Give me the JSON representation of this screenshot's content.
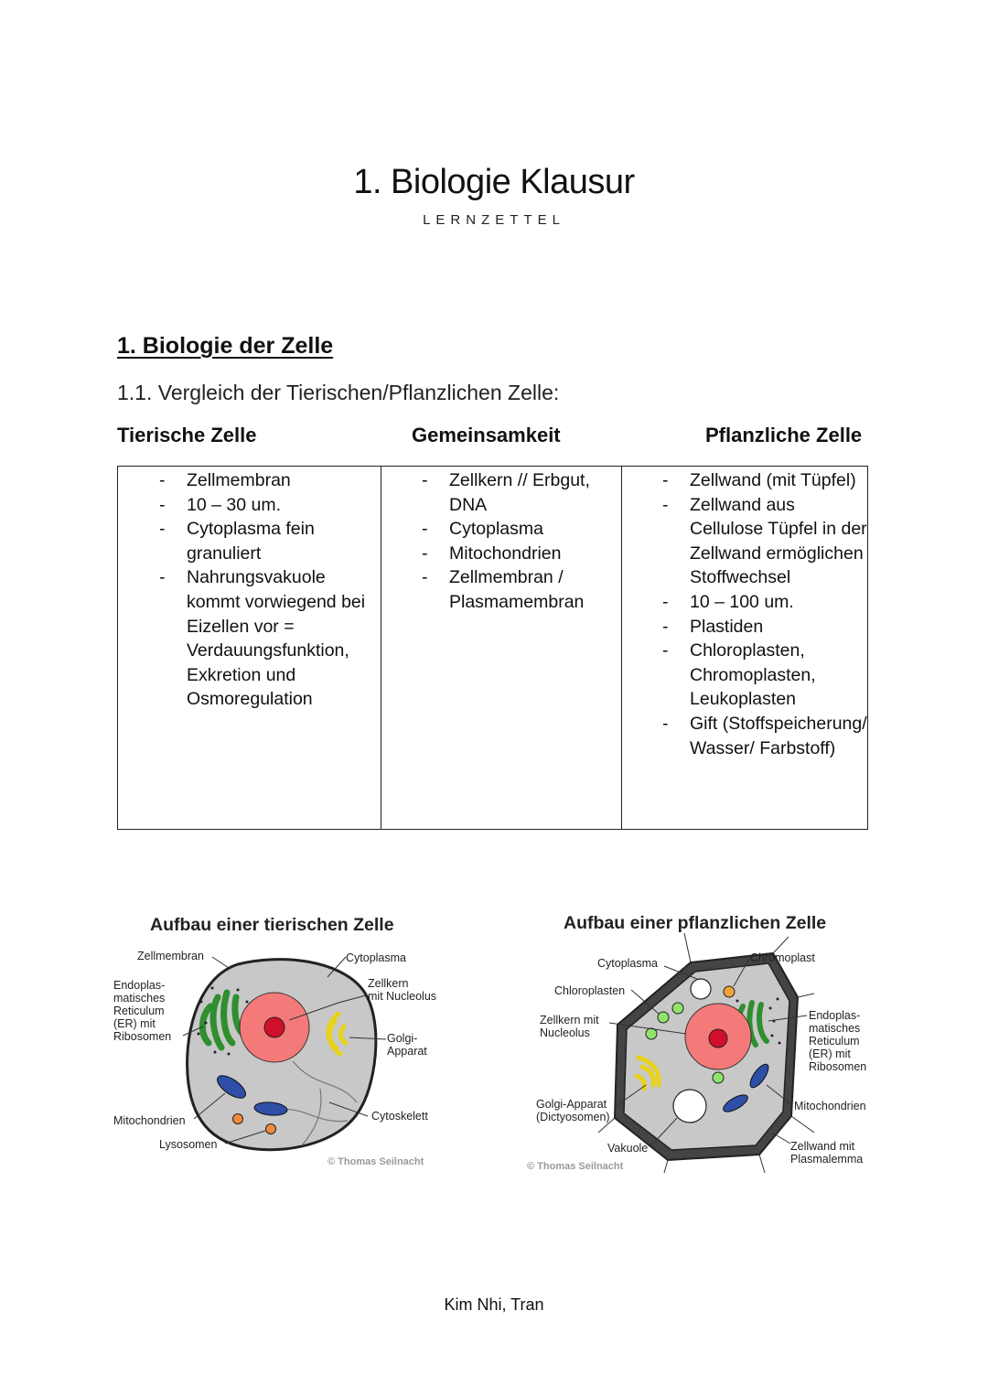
{
  "header": {
    "title": "1. Biologie Klausur",
    "subtitle": "LERNZETTEL"
  },
  "section": {
    "heading": "1. Biologie der Zelle",
    "subheading": "1.1. Vergleich der Tierischen/Pflanzlichen Zelle:"
  },
  "comparison": {
    "columns": [
      "Tierische Zelle",
      "Gemeinsamkeit",
      "Pflanzliche Zelle"
    ],
    "tierisch": [
      "Zellmembran",
      "10 – 30 um.",
      "Cytoplasma fein granuliert",
      "Nahrungsvakuole kommt vorwiegend bei Eizellen vor = Verdauungsfunktion, Exkretion und Osmoregulation"
    ],
    "gemeinsam": [
      "Zellkern // Erbgut, DNA",
      "Cytoplasma",
      "Mitochondrien",
      "Zellmembran / Plasmamembran"
    ],
    "pflanzlich": [
      "Zellwand (mit Tüpfel)",
      "Zellwand aus Cellulose Tüpfel in der Zellwand ermöglichen Stoffwechsel",
      "10 – 100 um.",
      "Plastiden",
      "Chloroplasten, Chromoplasten, Leukoplasten",
      "Gift (Stoffspeicherung/ Wasser/ Farbstoff)"
    ]
  },
  "diagram_animal": {
    "title": "Aufbau einer tierischen Zelle",
    "labels": {
      "zellmembran": "Zellmembran",
      "cytoplasma": "Cytoplasma",
      "er": [
        "Endoplas-",
        "matisches",
        "Reticulum",
        "(ER) mit",
        "Ribosomen"
      ],
      "zellkern": [
        "Zellkern",
        "mit Nucleolus"
      ],
      "golgi": [
        "Golgi-",
        "Apparat"
      ],
      "mitochondrien": "Mitochondrien",
      "cytoskelett": "Cytoskelett",
      "lysosomen": "Lysosomen"
    },
    "copyright": "© Thomas Seilnacht"
  },
  "diagram_plant": {
    "title": "Aufbau einer pflanzlichen Zelle",
    "labels": {
      "cytoplasma": "Cytoplasma",
      "chromoplast": "Chromoplast",
      "chloroplasten": "Chloroplasten",
      "zellkern": [
        "Zellkern mit",
        "Nucleolus"
      ],
      "er": [
        "Endoplas-",
        "matisches",
        "Reticulum",
        "(ER) mit",
        "Ribosomen"
      ],
      "mitochondrien": "Mitochondrien",
      "golgi": [
        "Golgi-Apparat",
        "(Dictyosomen)"
      ],
      "vakuole": "Vakuole",
      "zellwand": [
        "Zellwand mit",
        "Plasmalemma"
      ]
    },
    "copyright": "© Thomas Seilnacht"
  },
  "footer": {
    "author": "Kim Nhi, Tran"
  },
  "colors": {
    "cytoplasm": "#c8c8c8",
    "nucleus": "#f47a7a",
    "nucleolus": "#d0102a",
    "er": "#3aa83a",
    "golgi": "#f2e23a",
    "mitochondria": "#2d4fa8",
    "lysosome": "#f08a3a",
    "chloroplast": "#8fe36a",
    "cellwall": "#3a3a3a"
  }
}
